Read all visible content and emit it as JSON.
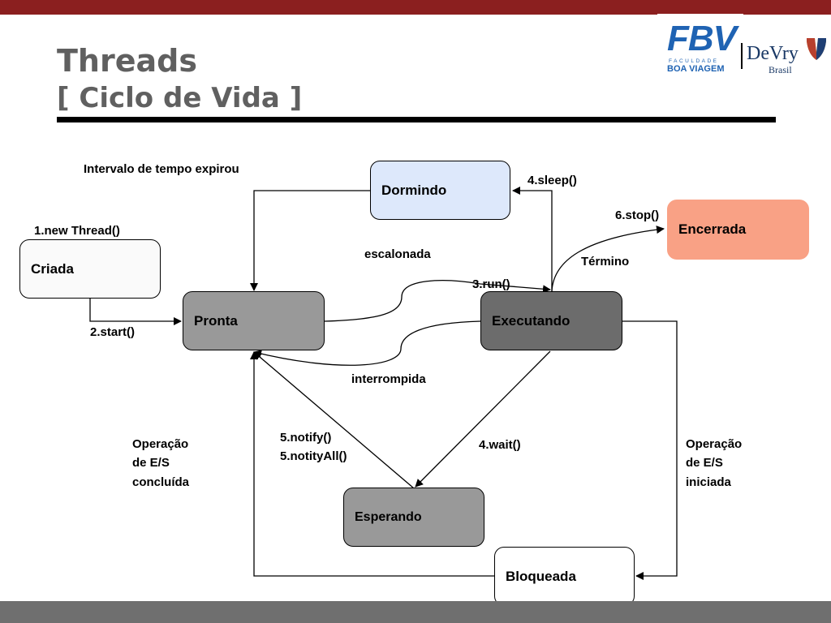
{
  "slide": {
    "title": "Threads",
    "subtitle": "[ Ciclo de Vida ]"
  },
  "logo": {
    "fbv": "FBV",
    "faculdade": "FACULDADE",
    "boa_viagem": "BOA VIAGEM",
    "devry": "DeVry",
    "brasil": "Brasil"
  },
  "colors": {
    "top_bar": "#8b1f1f",
    "bottom_bar": "#6f6f6f",
    "dormindo": "#dde8fb",
    "encerrada": "#f9a185",
    "pronta": "#999999",
    "executando": "#6c6c6c",
    "esperando": "#999999",
    "criada": "#fafafa",
    "bloqueada": "#ffffff"
  },
  "states": {
    "criada": "Criada",
    "pronta": "Pronta",
    "dormindo": "Dormindo",
    "executando": "Executando",
    "encerrada": "Encerrada",
    "esperando": "Esperando",
    "bloqueada": "Bloqueada"
  },
  "transitions": {
    "intervalo": "Intervalo de tempo expirou",
    "new_thread": "1.new Thread()",
    "start": "2.start()",
    "escalonada": "escalonada",
    "run": "3.run()",
    "sleep": "4.sleep()",
    "stop": "6.stop()",
    "termino": "Término",
    "interrompida": "interrompida",
    "notify": "5.notify()",
    "notify_all": "5.notityAll()",
    "wait": "4.wait()",
    "es_concluida": [
      "Operação",
      "de E/S",
      "concluída"
    ],
    "es_iniciada": [
      "Operação",
      "de E/S",
      "iniciada"
    ]
  }
}
